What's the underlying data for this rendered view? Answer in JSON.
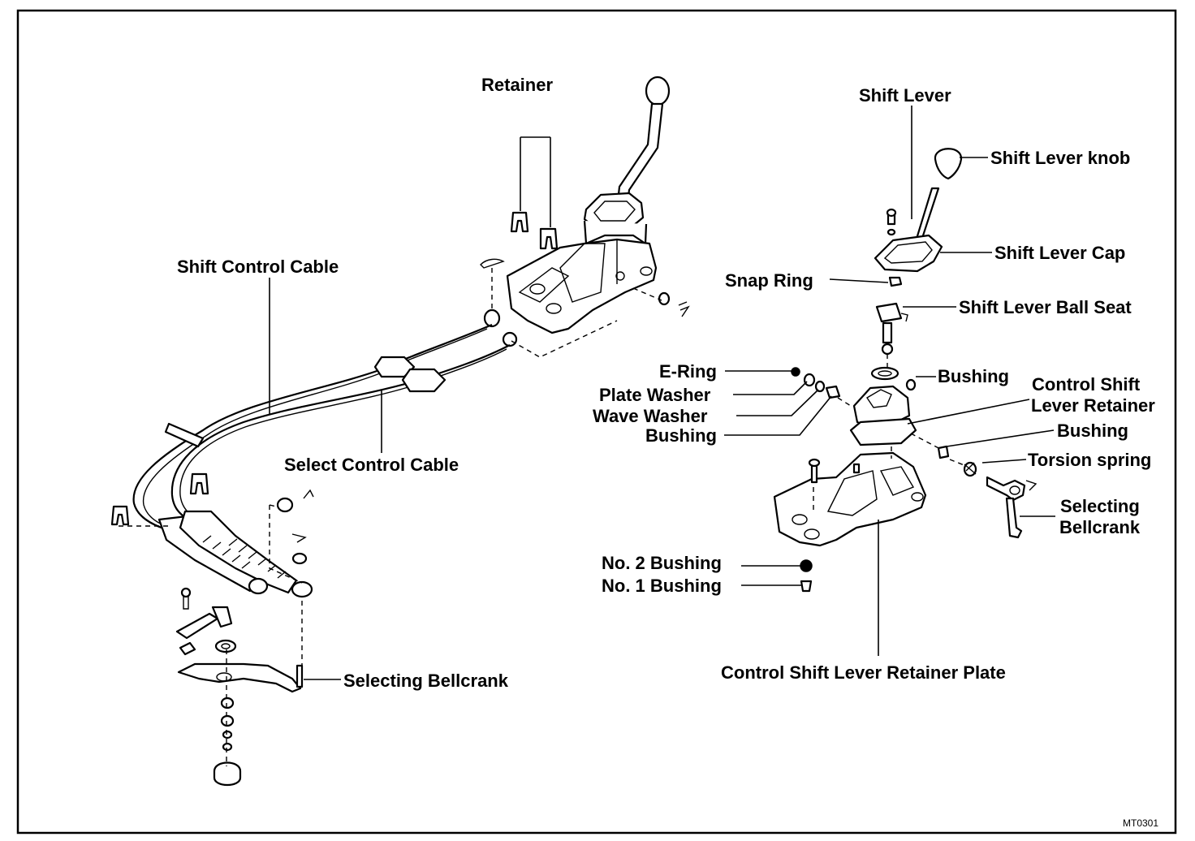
{
  "labels": {
    "retainer": "Retainer",
    "shift_control_cable": "Shift Control Cable",
    "select_control_cable": "Select Control Cable",
    "selecting_bellcrank_left": "Selecting Bellcrank",
    "shift_lever": "Shift Lever",
    "shift_lever_knob": "Shift Lever knob",
    "shift_lever_cap": "Shift Lever Cap",
    "snap_ring": "Snap Ring",
    "shift_lever_ball_seat": "Shift Lever Ball Seat",
    "e_ring": "E-Ring",
    "plate_washer": "Plate Washer",
    "wave_washer": "Wave Washer",
    "bushing_left": "Bushing",
    "bushing_top": "Bushing",
    "control_shift_lever_retainer_line1": "Control Shift",
    "control_shift_lever_retainer_line2": "Lever Retainer",
    "bushing_right": "Bushing",
    "torsion_spring": "Torsion spring",
    "selecting_bellcrank_right_line1": "Selecting",
    "selecting_bellcrank_right_line2": "Bellcrank",
    "no2_bushing": "No. 2 Bushing",
    "no1_bushing": "No. 1 Bushing",
    "control_shift_lever_retainer_plate": "Control Shift Lever Retainer Plate"
  },
  "figure_code": "MT0301"
}
